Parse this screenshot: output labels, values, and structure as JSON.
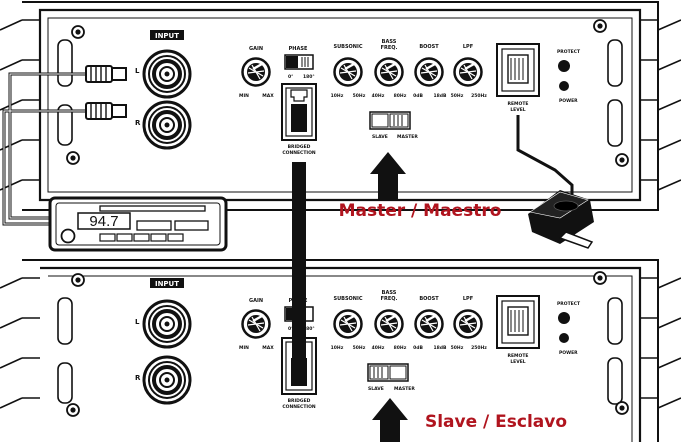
{
  "amplifiers": [
    {
      "input_label": "INPUT",
      "channel_left": "L",
      "channel_right": "R",
      "gain_label": "GAIN",
      "gain_min": "MIN",
      "gain_max": "MAX",
      "phase_label": "PHASE",
      "phase_values": [
        "0°",
        "180°"
      ],
      "subsonic_label": "SUBSONIC",
      "subsonic_range": [
        "10Hz",
        "50Hz"
      ],
      "bass_freq_label": [
        "BASS",
        "FREQ."
      ],
      "bass_freq_range": [
        "40Hz",
        "80Hz"
      ],
      "boost_label": "BOOST",
      "boost_range": [
        "0dB",
        "18dB"
      ],
      "lpf_label": "LPF",
      "lpf_range": [
        "50Hz",
        "250Hz"
      ],
      "bridged_label": [
        "BRIDGED",
        "CONNECTION"
      ],
      "switch_left": "SLAVE",
      "switch_right": "MASTER",
      "remote_label": [
        "REMOTE",
        "LEVEL"
      ],
      "protect_label": "PROTECT",
      "power_label": "POWER"
    },
    {
      "input_label": "INPUT",
      "channel_left": "L",
      "channel_right": "R",
      "gain_label": "GAIN",
      "gain_min": "MIN",
      "gain_max": "MAX",
      "phase_label": "PHASE",
      "phase_values": [
        "0°",
        "180°"
      ],
      "subsonic_label": "SUBSONIC",
      "subsonic_range": [
        "10Hz",
        "50Hz"
      ],
      "bass_freq_label": [
        "BASS",
        "FREQ."
      ],
      "bass_freq_range": [
        "40Hz",
        "80Hz"
      ],
      "boost_label": "BOOST",
      "boost_range": [
        "0dB",
        "18dB"
      ],
      "lpf_label": "LPF",
      "lpf_range": [
        "50Hz",
        "250Hz"
      ],
      "bridged_label": [
        "BRIDGED",
        "CONNECTION"
      ],
      "switch_left": "SLAVE",
      "switch_right": "MASTER",
      "remote_label": [
        "REMOTE",
        "LEVEL"
      ],
      "protect_label": "PROTECT",
      "power_label": "POWER"
    }
  ],
  "head_unit": {
    "display": "94.7"
  },
  "captions": {
    "master": "Master / Maestro",
    "slave": "Slave / Esclavo"
  },
  "colors": {
    "caption": "#b0141e",
    "line": "#111111",
    "panel": "#ffffff"
  },
  "icons": [
    "rca-plug-icon",
    "rca-jack-icon",
    "knob-icon",
    "dip-switch-icon",
    "rj-port-icon",
    "led-icon",
    "arrow-up-icon",
    "remote-knob-icon",
    "car-radio-icon"
  ]
}
